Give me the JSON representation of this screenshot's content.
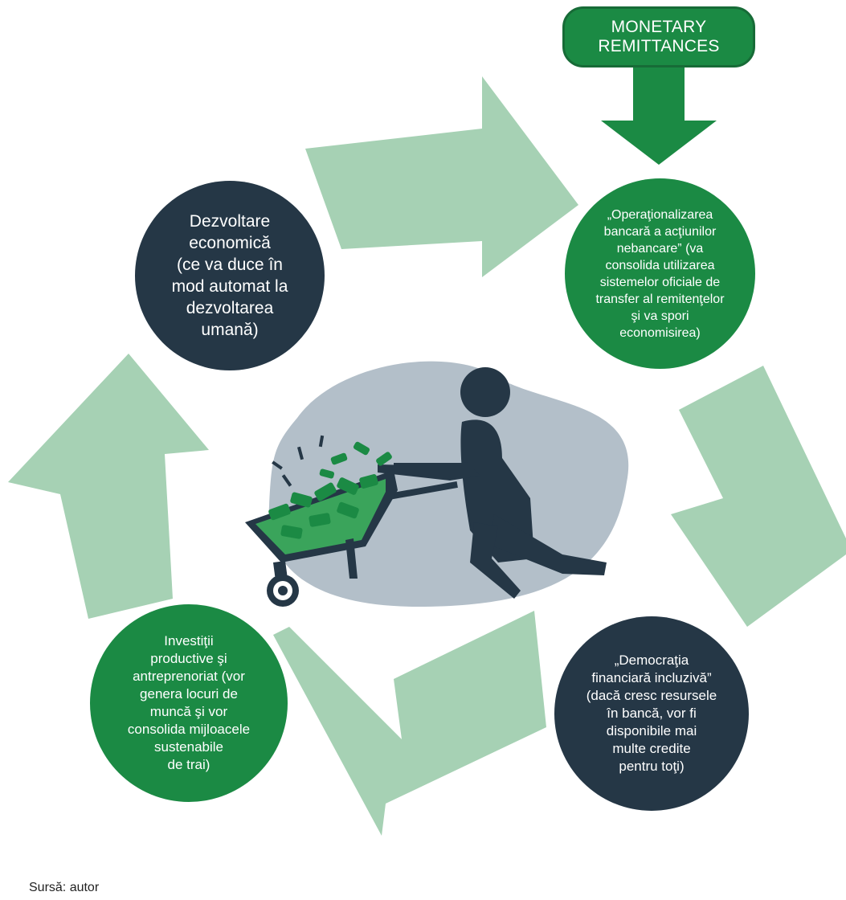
{
  "colors": {
    "green": "#1b8a44",
    "dark": "#253746",
    "arrow": "#a6d1b4",
    "blob": "#b3bfc9"
  },
  "remittances_box": {
    "label": "MONETARY\nREMITTANCES"
  },
  "nodes": {
    "economic_development": "Dezvoltare\neconomică\n(ce va duce în\nmod automat la\ndezvoltarea\numană)",
    "operationalization": "„Operaţionalizarea\nbancară a acţiunilor\nnebancare” (va\nconsolida utilizarea\nsistemelor oficiale de\ntransfer al remitenţelor\nşi va spori\neconomisirea)",
    "financial_democracy": "„Democraţia\nfinanciară incluzivă”\n(dacă cresc resursele\nîn bancă,  vor fi\ndisponibile mai\nmulte credite\npentru toţi)",
    "investments": "Investiţii\nproductive şi\nantreprenoriat (vor\ngenera locuri de\nmuncă şi vor\nconsolida mijloacele\nsustenabile\nde trai)"
  },
  "illustration": {
    "icon": "person-pushing-wheelbarrow-of-money-icon"
  },
  "source": "Sursă: autor"
}
